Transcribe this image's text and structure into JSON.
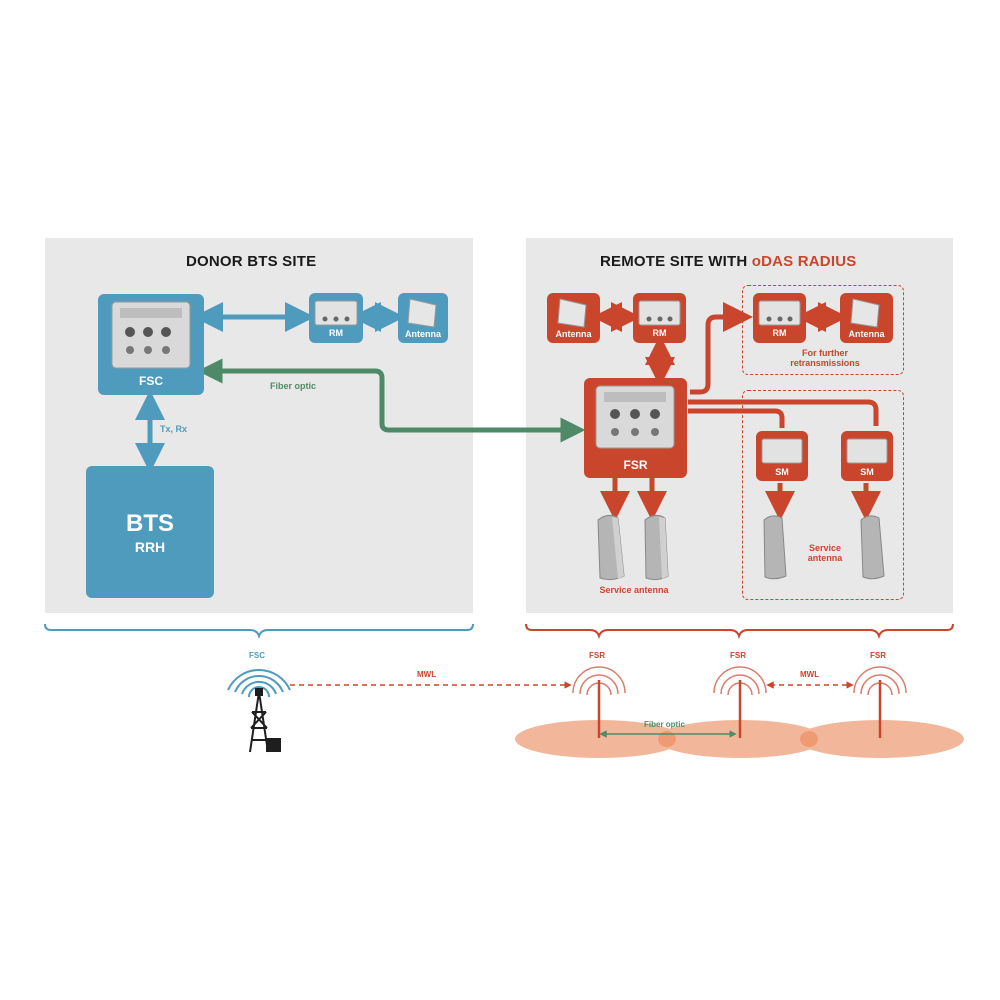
{
  "donor": {
    "title": "DONOR BTS SITE",
    "fsc": "FSC",
    "rm": "RM",
    "antenna": "Antenna",
    "tx_rx": "Tx, Rx",
    "fiber": "Fiber optic",
    "bts": "BTS",
    "rrh": "RRH"
  },
  "remote": {
    "title_prefix": "REMOTE SITE WITH ",
    "title_accent": "oDAS RADIUS",
    "antenna": "Antenna",
    "rm": "RM",
    "rm2": "RM",
    "antenna2": "Antenna",
    "further": "For further retransmissions",
    "fsr": "FSR",
    "sm1": "SM",
    "sm2": "SM",
    "service_antenna": "Service antenna",
    "service_antenna2": "Service antenna"
  },
  "bottom": {
    "fsc": "FSC",
    "fsr1": "FSR",
    "fsr2": "FSR",
    "fsr3": "FSR",
    "mwl1": "MWL",
    "mwl2": "MWL",
    "fiber": "Fiber optic"
  },
  "colors": {
    "blue": "#4f9bbd",
    "red": "#c9462d",
    "green": "#4f8a68",
    "panel": "#e8e8e8"
  }
}
